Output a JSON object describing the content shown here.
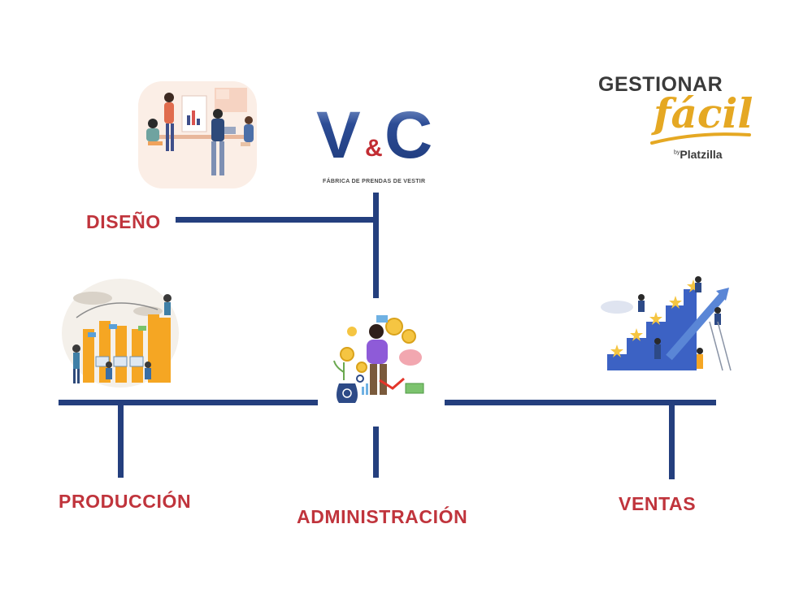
{
  "logo": {
    "letter_v": "V",
    "ampersand": "&",
    "letter_c": "C",
    "subtitle": "FÁBRICA DE PRENDAS DE VESTIR"
  },
  "brand": {
    "top": "GESTIONAR",
    "script": "fácil",
    "by_prefix": "by",
    "by_name": "Platzilla"
  },
  "nodes": {
    "diseno": "DISEÑO",
    "produccion": "PRODUCCIÓN",
    "administracion": "ADMINISTRACIÓN",
    "ventas": "VENTAS"
  },
  "colors": {
    "connector": "#243f7e",
    "label": "#c0343c",
    "logo_blue": "#2c4c95",
    "logo_red": "#c22d33",
    "brand_gold": "#e5a823"
  },
  "illustrations": {
    "diseno": "team-meeting-illustration",
    "produccion": "production-dashboard-illustration",
    "administracion": "finance-growth-illustration",
    "ventas": "sales-stairs-illustration"
  }
}
